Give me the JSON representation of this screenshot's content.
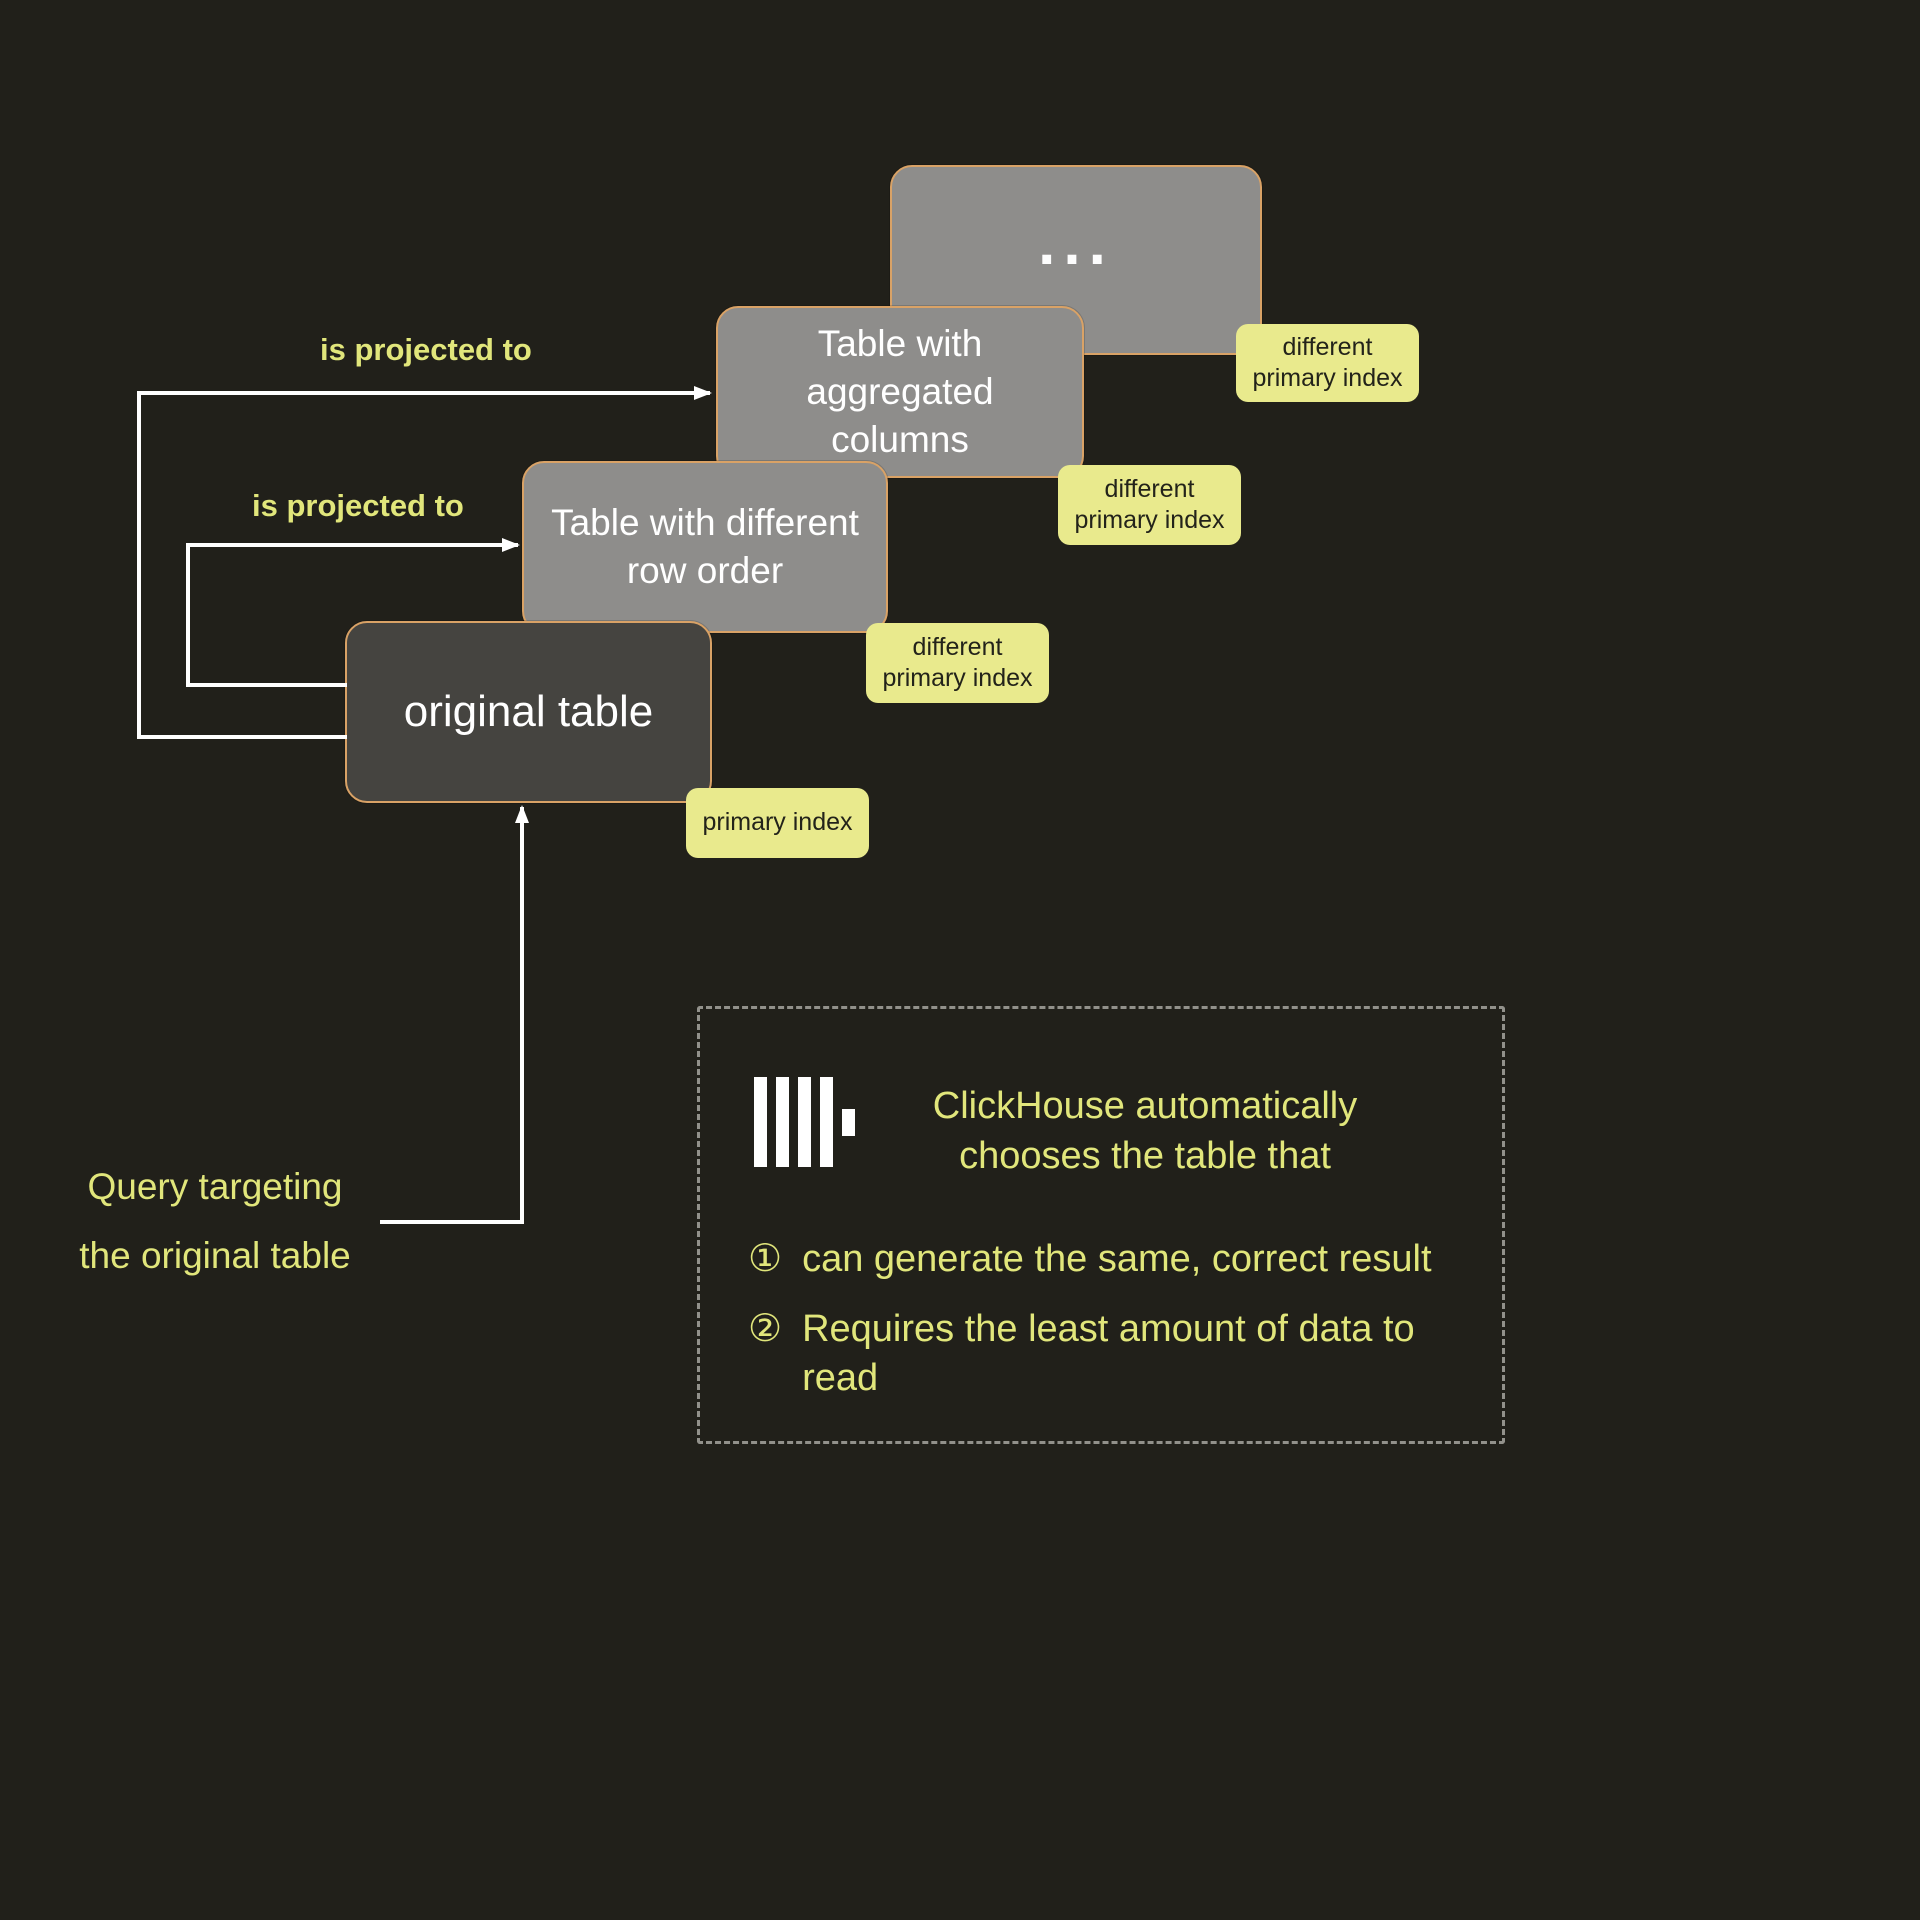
{
  "boxes": {
    "ellipsis": {
      "label": "..."
    },
    "aggregated": {
      "label": "Table with aggregated columns"
    },
    "row_order": {
      "label": "Table with different row order"
    },
    "original": {
      "label": "original table"
    }
  },
  "tags": {
    "ellipsis": "different primary index",
    "aggregated": "different primary index",
    "row_order": "different primary index",
    "original": "primary index"
  },
  "arrow_labels": {
    "top": "is projected to",
    "middle": "is projected to"
  },
  "query_label": {
    "line1": "Query targeting",
    "line2": "the original table"
  },
  "panel": {
    "heading": "ClickHouse automatically chooses the table that",
    "items": [
      {
        "num": "①",
        "text": "can generate the same, correct result"
      },
      {
        "num": "②",
        "text": "Requires the least amount of data to read"
      }
    ]
  },
  "colors": {
    "background": "#21201a",
    "accent_yellow": "#e1e67b",
    "tag_yellow": "#e9ea8d",
    "box_gray": "#8e8d8b",
    "box_dark": "#454440",
    "box_border": "#d9a266",
    "arrow_white": "#ffffff"
  }
}
